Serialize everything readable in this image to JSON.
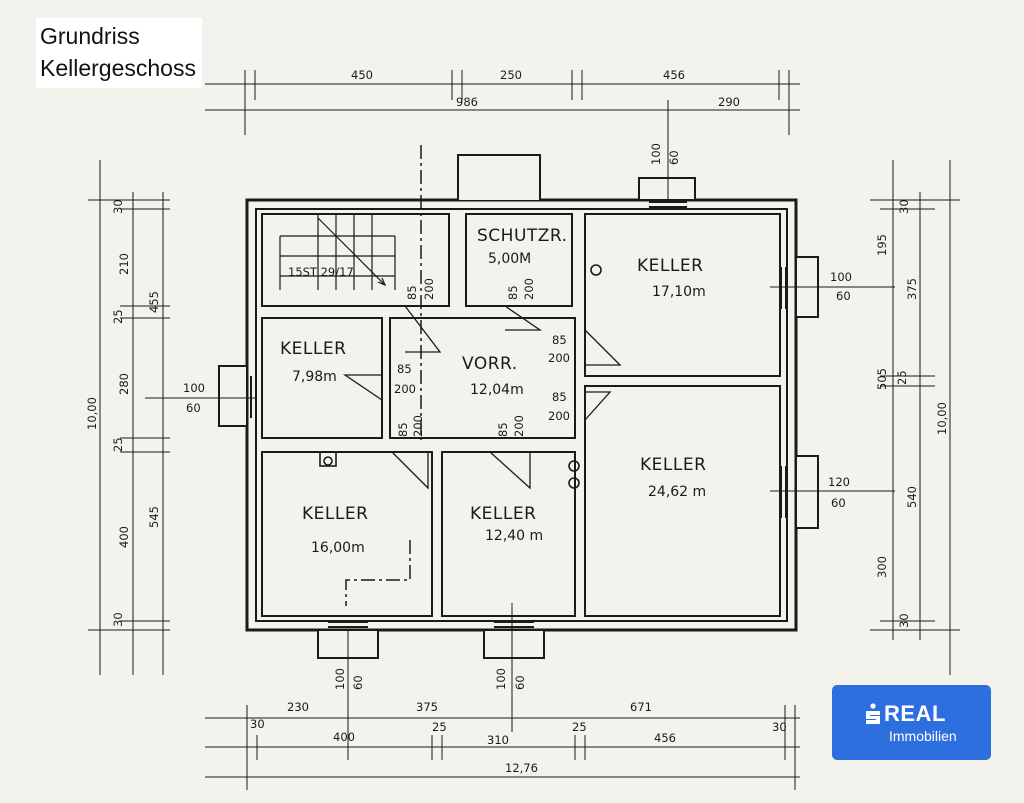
{
  "title": {
    "line1": "Grundriss",
    "line2": "Kellergeschoss"
  },
  "rooms": [
    {
      "id": "keller-top-right",
      "name": "KELLER",
      "area": "17,10m"
    },
    {
      "id": "keller-left-small",
      "name": "KELLER",
      "area": "7,98m"
    },
    {
      "id": "vorraum",
      "name": "VORR.",
      "area": "12,04m"
    },
    {
      "id": "schutzraum",
      "name": "SCHUTZR.",
      "area": "5,00M"
    },
    {
      "id": "keller-right-large",
      "name": "KELLER",
      "area": "24,62 m"
    },
    {
      "id": "keller-bottom-left",
      "name": "KELLER",
      "area": "16,00m"
    },
    {
      "id": "keller-bottom-mid",
      "name": "KELLER",
      "area": "12,40 m"
    }
  ],
  "stair_label": "15ST 29/17",
  "dims": {
    "top_row1": [
      "450",
      "250",
      "456"
    ],
    "top_row2": [
      "986",
      "290"
    ],
    "bottom_row1": [
      "230",
      "375",
      "671"
    ],
    "bottom_row2": [
      "30",
      "400",
      "25",
      "310",
      "25",
      "456",
      "30"
    ],
    "bottom_total": "12,76",
    "left_inner": [
      "30",
      "210",
      "25",
      "280",
      "25",
      "400",
      "30"
    ],
    "left_outer": [
      "455",
      "545"
    ],
    "left_total": "10,00",
    "right_inner": [
      "30",
      "195",
      "25",
      "300",
      "30"
    ],
    "right_outer": [
      "375",
      "505",
      "540"
    ],
    "right_total": "10,00",
    "door_w": "85",
    "door_h": "200",
    "win_w_small": "100",
    "win_w_large": "120",
    "win_h": "60"
  },
  "badge": {
    "brand": "REAL",
    "sub": "Immobilien",
    "color": "#2e6fe0"
  }
}
